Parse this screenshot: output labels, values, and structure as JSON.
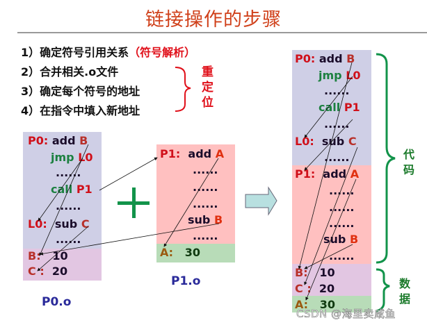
{
  "title": "链接操作的步骤",
  "steps": [
    {
      "num": "1）",
      "text": "确定符号引用关系",
      "note": "（符号解析）"
    },
    {
      "num": "2）",
      "text": "合并相关.o文件"
    },
    {
      "num": "3）",
      "text": "确定每个符号的地址"
    },
    {
      "num": "4）",
      "text": "在指令中填入新地址"
    }
  ],
  "relocation_label": [
    "重",
    "定",
    "位"
  ],
  "p0": {
    "filename": "P0.o",
    "code": [
      {
        "label": "P0:",
        "op": "add",
        "arg": "B"
      },
      {
        "label": "",
        "op": "jmp",
        "arg": "L0"
      },
      {
        "label": "",
        "op": "......",
        "arg": ""
      },
      {
        "label": "",
        "op": "call",
        "arg": "P1"
      },
      {
        "label": "",
        "op": "......",
        "arg": ""
      },
      {
        "label": "L0:",
        "op": "sub",
        "arg": "C"
      },
      {
        "label": "",
        "op": "......",
        "arg": ""
      }
    ],
    "data": [
      {
        "label": "B:",
        "value": "10"
      },
      {
        "label": "C :",
        "value": "20"
      }
    ]
  },
  "p1": {
    "filename": "P1.o",
    "code": [
      {
        "label": "P1:",
        "op": "add",
        "arg": "A"
      },
      {
        "label": "",
        "op": "......",
        "arg": ""
      },
      {
        "label": "",
        "op": "......",
        "arg": ""
      },
      {
        "label": "",
        "op": "......",
        "arg": ""
      },
      {
        "label": "",
        "op": "sub",
        "arg": "B"
      },
      {
        "label": "",
        "op": "......",
        "arg": ""
      }
    ],
    "data": [
      {
        "label": "A:",
        "value": "30"
      }
    ]
  },
  "plus_symbol": "+",
  "merged": {
    "code_label": [
      "代",
      "码"
    ],
    "data_label": [
      "数",
      "据"
    ]
  },
  "watermark": "CSDN @海里卖咸鱼",
  "colors": {
    "title": "#d0401a",
    "p0_code_bg": "#cfcfe6",
    "data_bg": "#e2c6e2",
    "p1_code_bg": "#ffc0c0",
    "a_data_bg": "#b8dcb8",
    "brace_green": "#12934a",
    "brace_red": "#e0101a",
    "arrow_fill": "#b8e0e0"
  }
}
